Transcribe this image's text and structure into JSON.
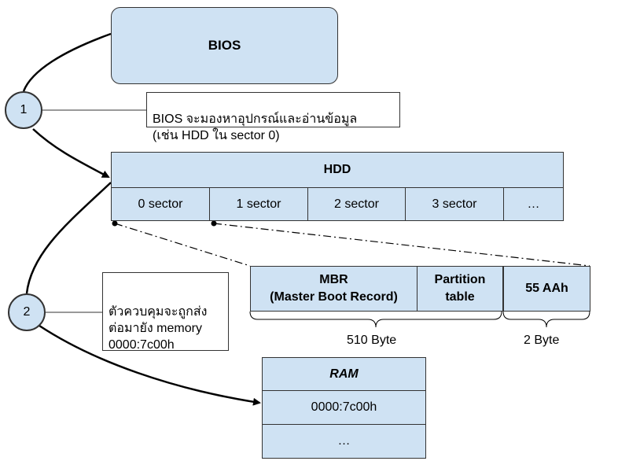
{
  "bios": {
    "label": "BIOS"
  },
  "steps": [
    {
      "number": "1",
      "note": "BIOS จะมองหาอุปกรณ์และอ่านข้อมูล\n(เช่น HDD ใน sector 0)"
    },
    {
      "number": "2",
      "note": "ตัวควบคุมจะถูกส่ง\nต่อมายัง memory\n0000:7c00h"
    }
  ],
  "hdd": {
    "title": "HDD",
    "sectors": [
      "0 sector",
      "1 sector",
      "2 sector",
      "3 sector",
      "…"
    ]
  },
  "mbr": {
    "mbr_label": "MBR\n(Master Boot Record)",
    "partition_label": "Partition\ntable",
    "signature_label": "55 AAh",
    "size_510": "510 Byte",
    "size_2": "2 Byte"
  },
  "ram": {
    "title": "RAM",
    "rows": [
      "0000:7c00h",
      "…"
    ]
  },
  "colors": {
    "box_fill": "#cfe2f3",
    "outline": "#333333"
  }
}
